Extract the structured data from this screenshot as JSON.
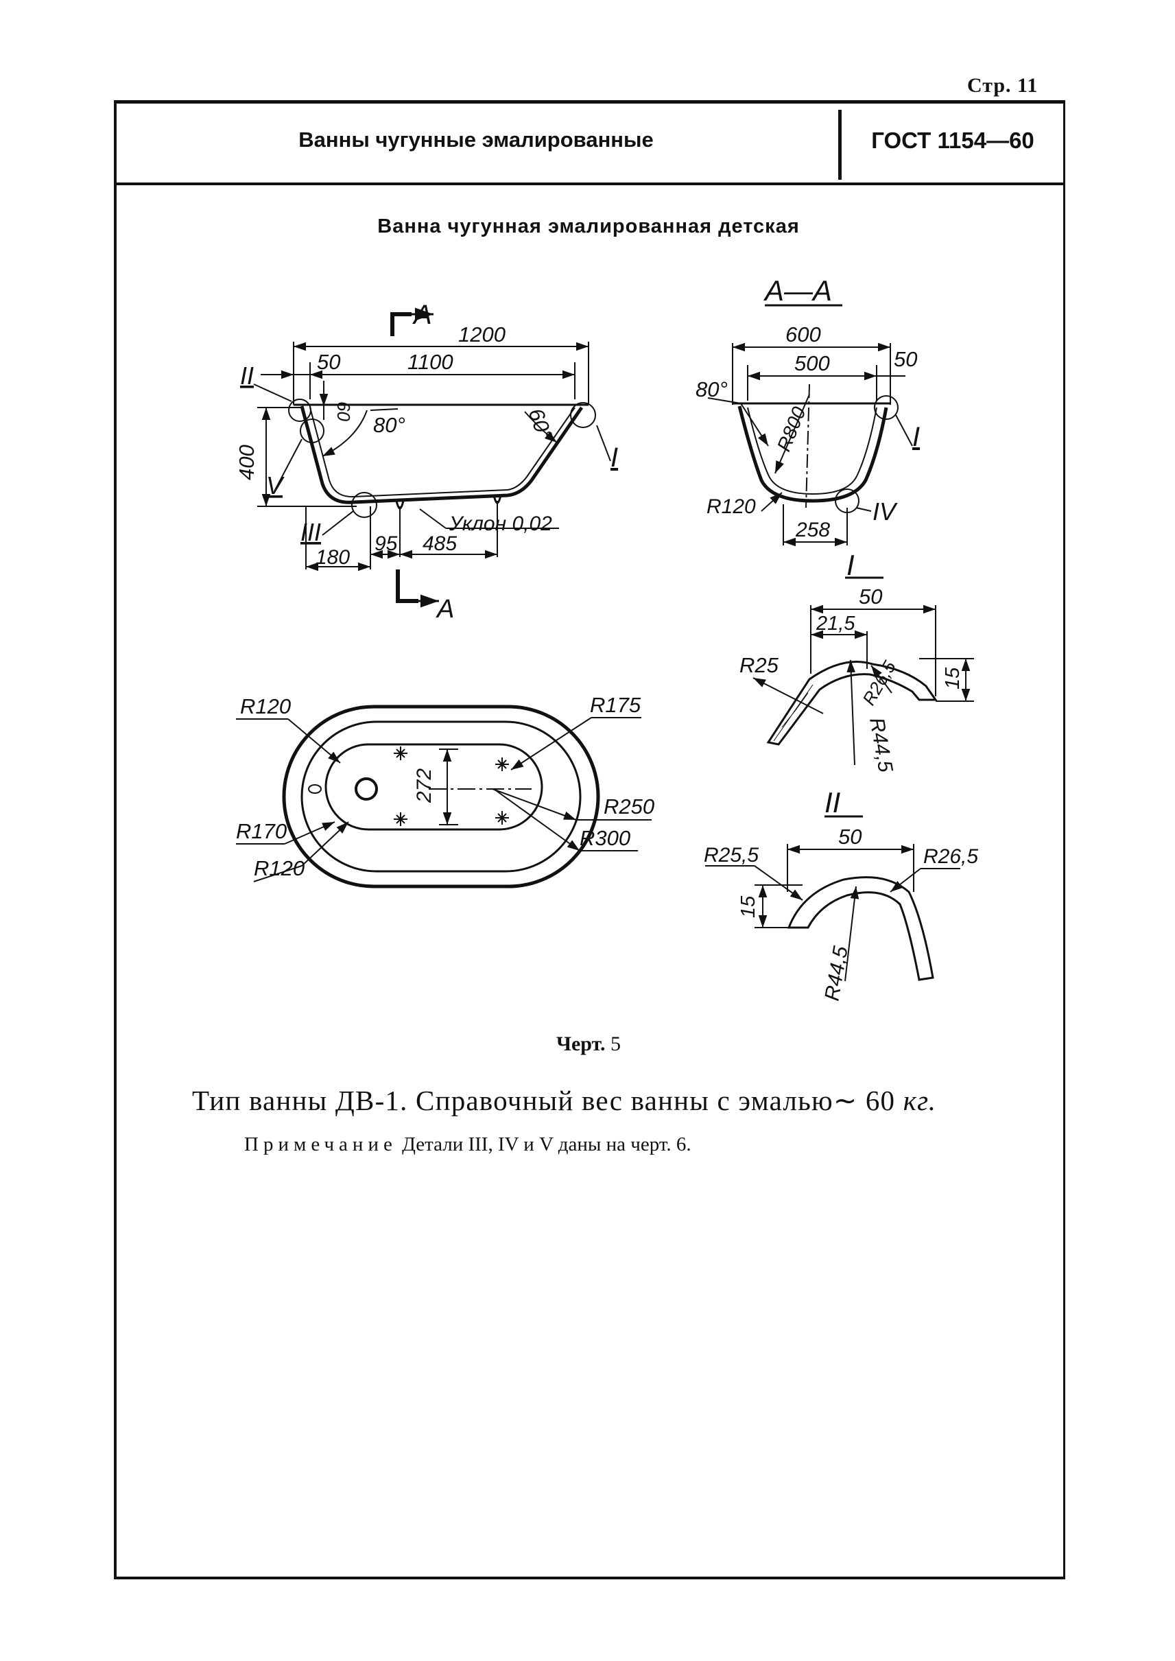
{
  "page": {
    "number": "Стр. 11"
  },
  "header": {
    "title": "Ванны чугунные эмалированные",
    "standard": "ГОСТ 1154—60"
  },
  "drawing": {
    "title": "Ванна чугунная эмалированная детская",
    "section_marker": "А",
    "section_title": "А—А",
    "detail_marks": {
      "I": "I",
      "II": "II",
      "III": "III",
      "IV": "IV",
      "V": "V"
    },
    "side_view": {
      "overall_length": "1200",
      "inner_length": "1100",
      "rim": "50",
      "rim_height": "60",
      "depth": "400",
      "angle_left": "80°",
      "angle_right": "60°",
      "slope": "Уклон 0,02",
      "dim_180": "180",
      "dim_95": "95",
      "dim_485": "485"
    },
    "section_view": {
      "outer_width": "600",
      "inner_width": "500",
      "rim": "50",
      "angle": "80°",
      "radius_side": "R800",
      "radius_bottom": "R120",
      "foot_spacing": "258"
    },
    "plan_view": {
      "r120_top": "R120",
      "r175": "R175",
      "r250": "R250",
      "r300": "R300",
      "r170": "R170",
      "r120_bottom": "R120",
      "width_272": "272"
    },
    "detail_I": {
      "width": "50",
      "offset": "21,5",
      "r_outer": "R25",
      "r_inner": "R26,5",
      "r_big": "R44,5",
      "height": "15"
    },
    "detail_II": {
      "width": "50",
      "r_left": "R25,5",
      "r_right": "R26,5",
      "r_big": "R44,5",
      "height": "15"
    }
  },
  "caption": {
    "label": "Черт.",
    "number": "5"
  },
  "body": {
    "type_text": "Тип ванны ДВ-1. Справочный вес ванны с эмалью",
    "weight": "60",
    "unit": "кг."
  },
  "note": {
    "label": "Примечание",
    "text": "Детали III, IV и V даны на черт. 6."
  }
}
